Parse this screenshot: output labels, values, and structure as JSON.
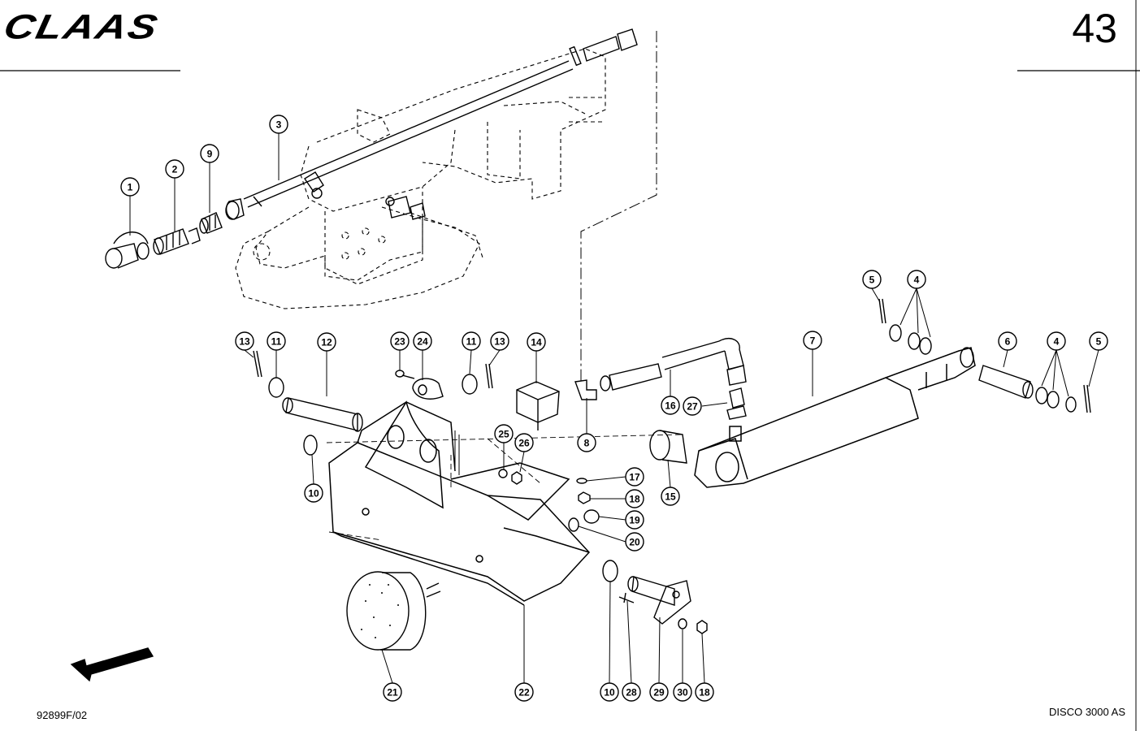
{
  "header": {
    "brand": "CLAAS",
    "page_number": "43"
  },
  "footer": {
    "drawing_number": "92899F/02",
    "model": "DISCO 3000 AS"
  },
  "callouts": [
    {
      "id": "c1",
      "label": "1"
    },
    {
      "id": "c2",
      "label": "2"
    },
    {
      "id": "c9",
      "label": "9"
    },
    {
      "id": "c3",
      "label": "3"
    },
    {
      "id": "c5a",
      "label": "5"
    },
    {
      "id": "c4a",
      "label": "4"
    },
    {
      "id": "c13a",
      "label": "13"
    },
    {
      "id": "c11a",
      "label": "11"
    },
    {
      "id": "c12",
      "label": "12"
    },
    {
      "id": "c23",
      "label": "23"
    },
    {
      "id": "c24",
      "label": "24"
    },
    {
      "id": "c11b",
      "label": "11"
    },
    {
      "id": "c13b",
      "label": "13"
    },
    {
      "id": "c14",
      "label": "14"
    },
    {
      "id": "c7",
      "label": "7"
    },
    {
      "id": "c6",
      "label": "6"
    },
    {
      "id": "c4b",
      "label": "4"
    },
    {
      "id": "c5b",
      "label": "5"
    },
    {
      "id": "c16",
      "label": "16"
    },
    {
      "id": "c27",
      "label": "27"
    },
    {
      "id": "c8",
      "label": "8"
    },
    {
      "id": "c25",
      "label": "25"
    },
    {
      "id": "c26",
      "label": "26"
    },
    {
      "id": "c10a",
      "label": "10"
    },
    {
      "id": "c15",
      "label": "15"
    },
    {
      "id": "c17",
      "label": "17"
    },
    {
      "id": "c18a",
      "label": "18"
    },
    {
      "id": "c19",
      "label": "19"
    },
    {
      "id": "c20",
      "label": "20"
    },
    {
      "id": "c21",
      "label": "21"
    },
    {
      "id": "c22",
      "label": "22"
    },
    {
      "id": "c10b",
      "label": "10"
    },
    {
      "id": "c28",
      "label": "28"
    },
    {
      "id": "c29",
      "label": "29"
    },
    {
      "id": "c30",
      "label": "30"
    },
    {
      "id": "c18b",
      "label": "18"
    }
  ]
}
